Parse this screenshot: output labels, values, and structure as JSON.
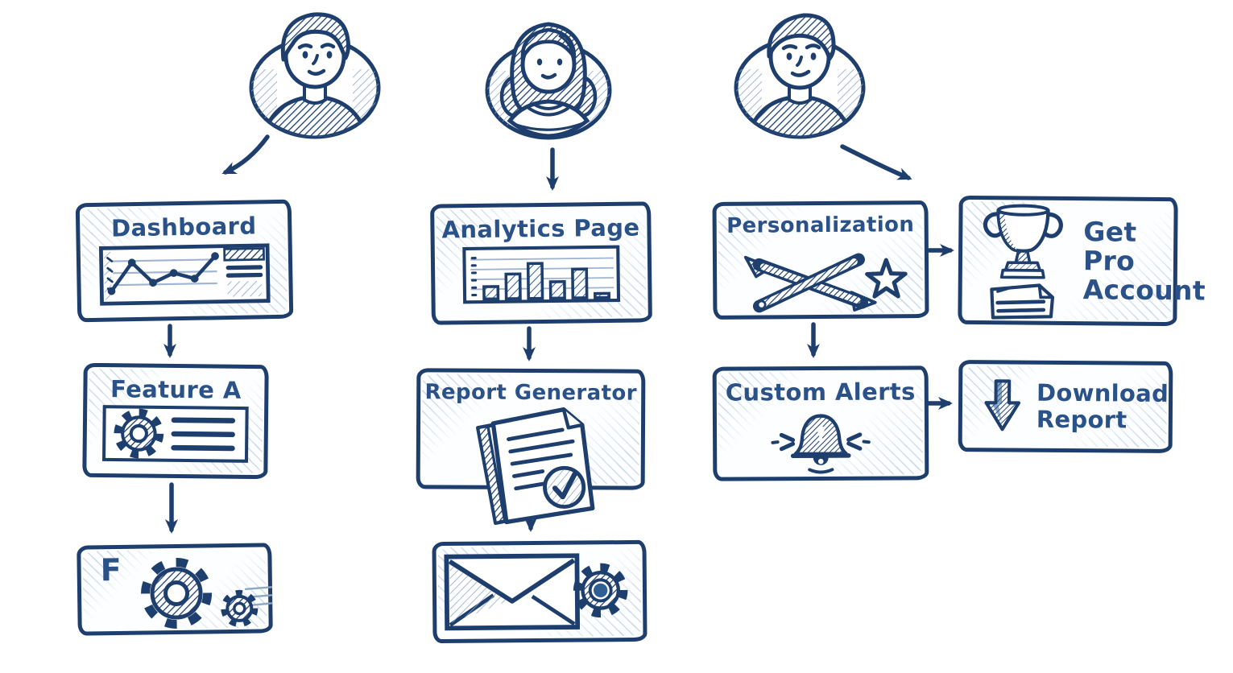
{
  "diagram": {
    "background": "#ffffff",
    "ink": "#1e3f6e",
    "text_color": "#2b5288",
    "accent": "#2e6096",
    "hatch_light": "#8aa6c9",
    "style": "hand-drawn user flow sketch, three user journeys"
  },
  "users": [
    {
      "id": "user-1",
      "avatar": "male-avatar"
    },
    {
      "id": "user-2",
      "avatar": "female-avatar"
    },
    {
      "id": "user-3",
      "avatar": "male-avatar"
    }
  ],
  "nodes": {
    "dashboard": {
      "label": "Dashboard",
      "icon": "line-chart-window-icon"
    },
    "feature_a": {
      "label": "Feature A",
      "icon": "gear-list-icon"
    },
    "feature_f": {
      "label": "F",
      "icon": "double-gears-icon"
    },
    "analytics_page": {
      "label": "Analytics Page",
      "icon": "bar-chart-icon"
    },
    "report_generator": {
      "label": "Report Generator",
      "icon": "document-check-icon"
    },
    "email_delivery": {
      "icon": "envelope-gear-icon"
    },
    "personalization": {
      "label": "Personalization",
      "icon": "crossed-tools-star-icon"
    },
    "get_pro_account": {
      "lines": [
        "Get",
        "Pro",
        "Account"
      ],
      "icon": "trophy-icon"
    },
    "custom_alerts": {
      "label": "Custom Alerts",
      "icon": "bell-icon"
    },
    "download_report": {
      "lines": [
        "Download",
        "Report"
      ],
      "icon": "download-arrow-icon"
    }
  },
  "flows": [
    {
      "from": "user-1",
      "to": "dashboard"
    },
    {
      "from": "dashboard",
      "to": "feature_a"
    },
    {
      "from": "feature_a",
      "to": "feature_f"
    },
    {
      "from": "user-2",
      "to": "analytics_page"
    },
    {
      "from": "analytics_page",
      "to": "report_generator"
    },
    {
      "from": "report_generator",
      "to": "email_delivery"
    },
    {
      "from": "user-3",
      "to": "personalization"
    },
    {
      "from": "personalization",
      "to": "get_pro_account"
    },
    {
      "from": "personalization",
      "to": "custom_alerts"
    },
    {
      "from": "custom_alerts",
      "to": "download_report"
    }
  ],
  "chart_data": [
    {
      "id": "dashboard_line",
      "type": "line",
      "y": [
        12,
        78,
        30,
        52,
        38,
        90
      ],
      "note": "decorative sketched mini line chart inside Dashboard card, no axis values shown"
    },
    {
      "id": "analytics_bars",
      "type": "bar",
      "values": [
        30,
        60,
        85,
        40,
        70,
        10
      ],
      "note": "decorative sketched mini bar chart inside Analytics Page card, no axis values shown"
    }
  ]
}
